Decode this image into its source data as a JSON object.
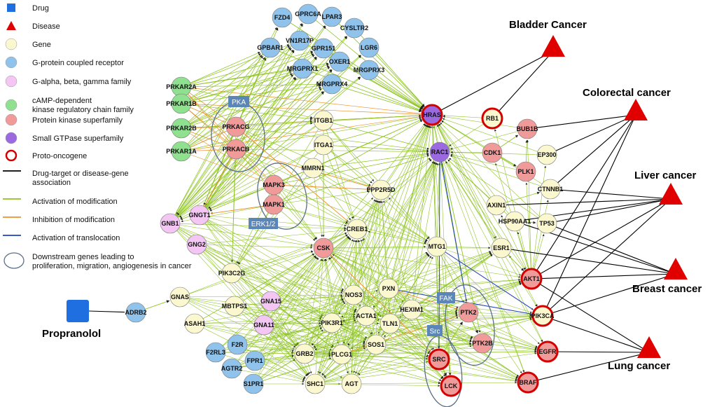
{
  "colors": {
    "drug": "#1f6fe0",
    "disease": "#e00000",
    "gene": "#fbf7cf",
    "gpcr": "#8fc3ec",
    "galpha": "#f4c6f4",
    "camp": "#8fe08f",
    "kinase": "#f09a9a",
    "gtpase": "#9b6ae0",
    "proto_ring": "#d40000",
    "edge_assoc": "#000000",
    "edge_activation": "#8cc320",
    "edge_inhibition": "#f0902a",
    "edge_translocation": "#2040c0",
    "group_box": "#5a86b8",
    "ellipse": "#5a6f88"
  },
  "legend": [
    {
      "label": "Drug",
      "icon": "blue-square-icon"
    },
    {
      "label": "Disease",
      "icon": "red-triangle-icon"
    },
    {
      "label": "Gene",
      "icon": "gene-circle-icon"
    },
    {
      "label": "G-protein coupled receptor",
      "icon": "gpcr-circle-icon"
    },
    {
      "label": "G-alpha, beta, gamma family",
      "icon": "galpha-circle-icon"
    },
    {
      "label": "cAMP-dependent",
      "label2": "kinase regulatory chain family",
      "icon": "camp-circle-icon"
    },
    {
      "label": "Protein kinase superfamily",
      "icon": "kinase-circle-icon"
    },
    {
      "label": "Small GTPase superfamily",
      "icon": "gtpase-circle-icon"
    },
    {
      "label": "Proto-oncogene",
      "icon": "proto-ring-icon"
    },
    {
      "label": "Drug-target or disease-gene",
      "label2": "association",
      "icon": "black-line-icon"
    },
    {
      "label": "Activation of modification",
      "icon": "green-line-icon"
    },
    {
      "label": "Inhibition of modification",
      "icon": "orange-line-icon"
    },
    {
      "label": "Activation of translocation",
      "icon": "blue-line-icon"
    },
    {
      "label": "Downstream genes leading to",
      "label2": "proliferation, migration, angiogenesis in cancer",
      "icon": "ellipse-icon"
    }
  ],
  "drug": {
    "label": "Propranolol"
  },
  "diseases": [
    {
      "id": "bladder",
      "label": "Bladder Cancer"
    },
    {
      "id": "colorectal",
      "label": "Colorectal cancer"
    },
    {
      "id": "liver",
      "label": "Liver cancer"
    },
    {
      "id": "breast",
      "label": "Breast cancer"
    },
    {
      "id": "lung",
      "label": "Lung cancer"
    }
  ],
  "groups": [
    {
      "id": "pka",
      "label": "PKA"
    },
    {
      "id": "erk",
      "label": "ERK1/2"
    },
    {
      "id": "fak",
      "label": "FAK"
    },
    {
      "id": "src",
      "label": "Src"
    }
  ],
  "nodes": [
    {
      "id": "FZD4",
      "label": "FZD4",
      "type": "gpcr"
    },
    {
      "id": "GPRC6A",
      "label": "GPRC6A",
      "type": "gpcr"
    },
    {
      "id": "LPAR3",
      "label": "LPAR3",
      "type": "gpcr"
    },
    {
      "id": "CYSLTR2",
      "label": "CYSLTR2",
      "type": "gpcr"
    },
    {
      "id": "GPBAR1",
      "label": "GPBAR1",
      "type": "gpcr"
    },
    {
      "id": "VN1R17P",
      "label": "VN1R17P",
      "type": "gpcr"
    },
    {
      "id": "GPR151",
      "label": "GPR151",
      "type": "gpcr"
    },
    {
      "id": "LGR6",
      "label": "LGR6",
      "type": "gpcr"
    },
    {
      "id": "OXER1",
      "label": "OXER1",
      "type": "gpcr"
    },
    {
      "id": "MRGPRX1",
      "label": "MRGPRX1",
      "type": "gpcr"
    },
    {
      "id": "MRGPRX3",
      "label": "MRGPRX3",
      "type": "gpcr"
    },
    {
      "id": "MRGPRX4",
      "label": "MRGPRX4",
      "type": "gpcr"
    },
    {
      "id": "PRKAR2A",
      "label": "PRKAR2A",
      "type": "camp"
    },
    {
      "id": "PRKAR1B",
      "label": "PRKAR1B",
      "type": "camp"
    },
    {
      "id": "PRKAR2B",
      "label": "PRKAR2B",
      "type": "camp"
    },
    {
      "id": "PRKAR1A",
      "label": "PRKAR1A",
      "type": "camp"
    },
    {
      "id": "PRKACG",
      "label": "PRKACG",
      "type": "kinase"
    },
    {
      "id": "PRKACB",
      "label": "PRKACB",
      "type": "kinase"
    },
    {
      "id": "ITGB1",
      "label": "ITGB1",
      "type": "gene"
    },
    {
      "id": "ITGA1",
      "label": "ITGA1",
      "type": "gene"
    },
    {
      "id": "MMRN1",
      "label": "MMRN1",
      "type": "gene"
    },
    {
      "id": "MAPK3",
      "label": "MAPK3",
      "type": "kinase"
    },
    {
      "id": "MAPK1",
      "label": "MAPK1",
      "type": "kinase"
    },
    {
      "id": "HRAS",
      "label": "HRAS",
      "type": "gtpase",
      "proto": true
    },
    {
      "id": "RAC1",
      "label": "RAC1",
      "type": "gtpase"
    },
    {
      "id": "RB1",
      "label": "RB1",
      "type": "gene",
      "proto": true
    },
    {
      "id": "CDK1",
      "label": "CDK1",
      "type": "kinase"
    },
    {
      "id": "BUB1B",
      "label": "BUB1B",
      "type": "kinase"
    },
    {
      "id": "EP300",
      "label": "EP300",
      "type": "gene"
    },
    {
      "id": "PLK1",
      "label": "PLK1",
      "type": "kinase"
    },
    {
      "id": "CTNNB1",
      "label": "CTNNB1",
      "type": "gene"
    },
    {
      "id": "PPP2R5D",
      "label": "PPP2R5D",
      "type": "gene"
    },
    {
      "id": "AXIN1",
      "label": "AXIN1",
      "type": "gene"
    },
    {
      "id": "HSP90AA1",
      "label": "HSP90AA1",
      "type": "gene"
    },
    {
      "id": "TP53",
      "label": "TP53",
      "type": "gene"
    },
    {
      "id": "CREB1",
      "label": "CREB1",
      "type": "gene"
    },
    {
      "id": "ESR1",
      "label": "ESR1",
      "type": "gene"
    },
    {
      "id": "MTG1",
      "label": "MTG1",
      "type": "gene"
    },
    {
      "id": "CSK",
      "label": "CSK",
      "type": "kinase"
    },
    {
      "id": "GNB1",
      "label": "GNB1",
      "type": "galpha"
    },
    {
      "id": "GNGT1",
      "label": "GNGT1",
      "type": "galpha"
    },
    {
      "id": "GNG2",
      "label": "GNG2",
      "type": "galpha"
    },
    {
      "id": "PIK3C2G",
      "label": "PIK3C2G",
      "type": "gene"
    },
    {
      "id": "GNAS",
      "label": "GNAS",
      "type": "gene"
    },
    {
      "id": "ADRB2",
      "label": "ADRB2",
      "type": "gpcr"
    },
    {
      "id": "ASAH1",
      "label": "ASAH1",
      "type": "gene"
    },
    {
      "id": "MBTPS1",
      "label": "MBTPS1",
      "type": "gene"
    },
    {
      "id": "GNA15",
      "label": "GNA15",
      "type": "galpha"
    },
    {
      "id": "GNA11",
      "label": "GNA11",
      "type": "galpha"
    },
    {
      "id": "F2RL3",
      "label": "F2RL3",
      "type": "gpcr"
    },
    {
      "id": "F2R",
      "label": "F2R",
      "type": "gpcr"
    },
    {
      "id": "FPR1",
      "label": "FPR1",
      "type": "gpcr"
    },
    {
      "id": "AGTR2",
      "label": "AGTR2",
      "type": "gpcr"
    },
    {
      "id": "S1PR1",
      "label": "S1PR1",
      "type": "gpcr"
    },
    {
      "id": "NOS3",
      "label": "NOS3",
      "type": "gene"
    },
    {
      "id": "PXN",
      "label": "PXN",
      "type": "gene"
    },
    {
      "id": "HEXIM1",
      "label": "HEXIM1",
      "type": "gene"
    },
    {
      "id": "ACTA1",
      "label": "ACTA1",
      "type": "gene"
    },
    {
      "id": "PIK3R1",
      "label": "PIK3R1",
      "type": "gene"
    },
    {
      "id": "TLN1",
      "label": "TLN1",
      "type": "gene"
    },
    {
      "id": "GRB2",
      "label": "GRB2",
      "type": "gene"
    },
    {
      "id": "PLCG1",
      "label": "PLCG1",
      "type": "gene"
    },
    {
      "id": "SOS1",
      "label": "SOS1",
      "type": "gene"
    },
    {
      "id": "SHC1",
      "label": "SHC1",
      "type": "gene"
    },
    {
      "id": "AGT",
      "label": "AGT",
      "type": "gene"
    },
    {
      "id": "PTK2",
      "label": "PTK2",
      "type": "kinase"
    },
    {
      "id": "PTK2B",
      "label": "PTK2B",
      "type": "kinase"
    },
    {
      "id": "SRC",
      "label": "SRC",
      "type": "kinase",
      "proto": true
    },
    {
      "id": "LCK",
      "label": "LCK",
      "type": "kinase",
      "proto": true
    },
    {
      "id": "AKT1",
      "label": "AKT1",
      "type": "kinase",
      "proto": true
    },
    {
      "id": "PIK3CA",
      "label": "PIK3CA",
      "type": "gene",
      "proto": true
    },
    {
      "id": "EGFR",
      "label": "EGFR",
      "type": "kinase",
      "proto": true
    },
    {
      "id": "BRAF",
      "label": "BRAF",
      "type": "kinase",
      "proto": true
    }
  ]
}
